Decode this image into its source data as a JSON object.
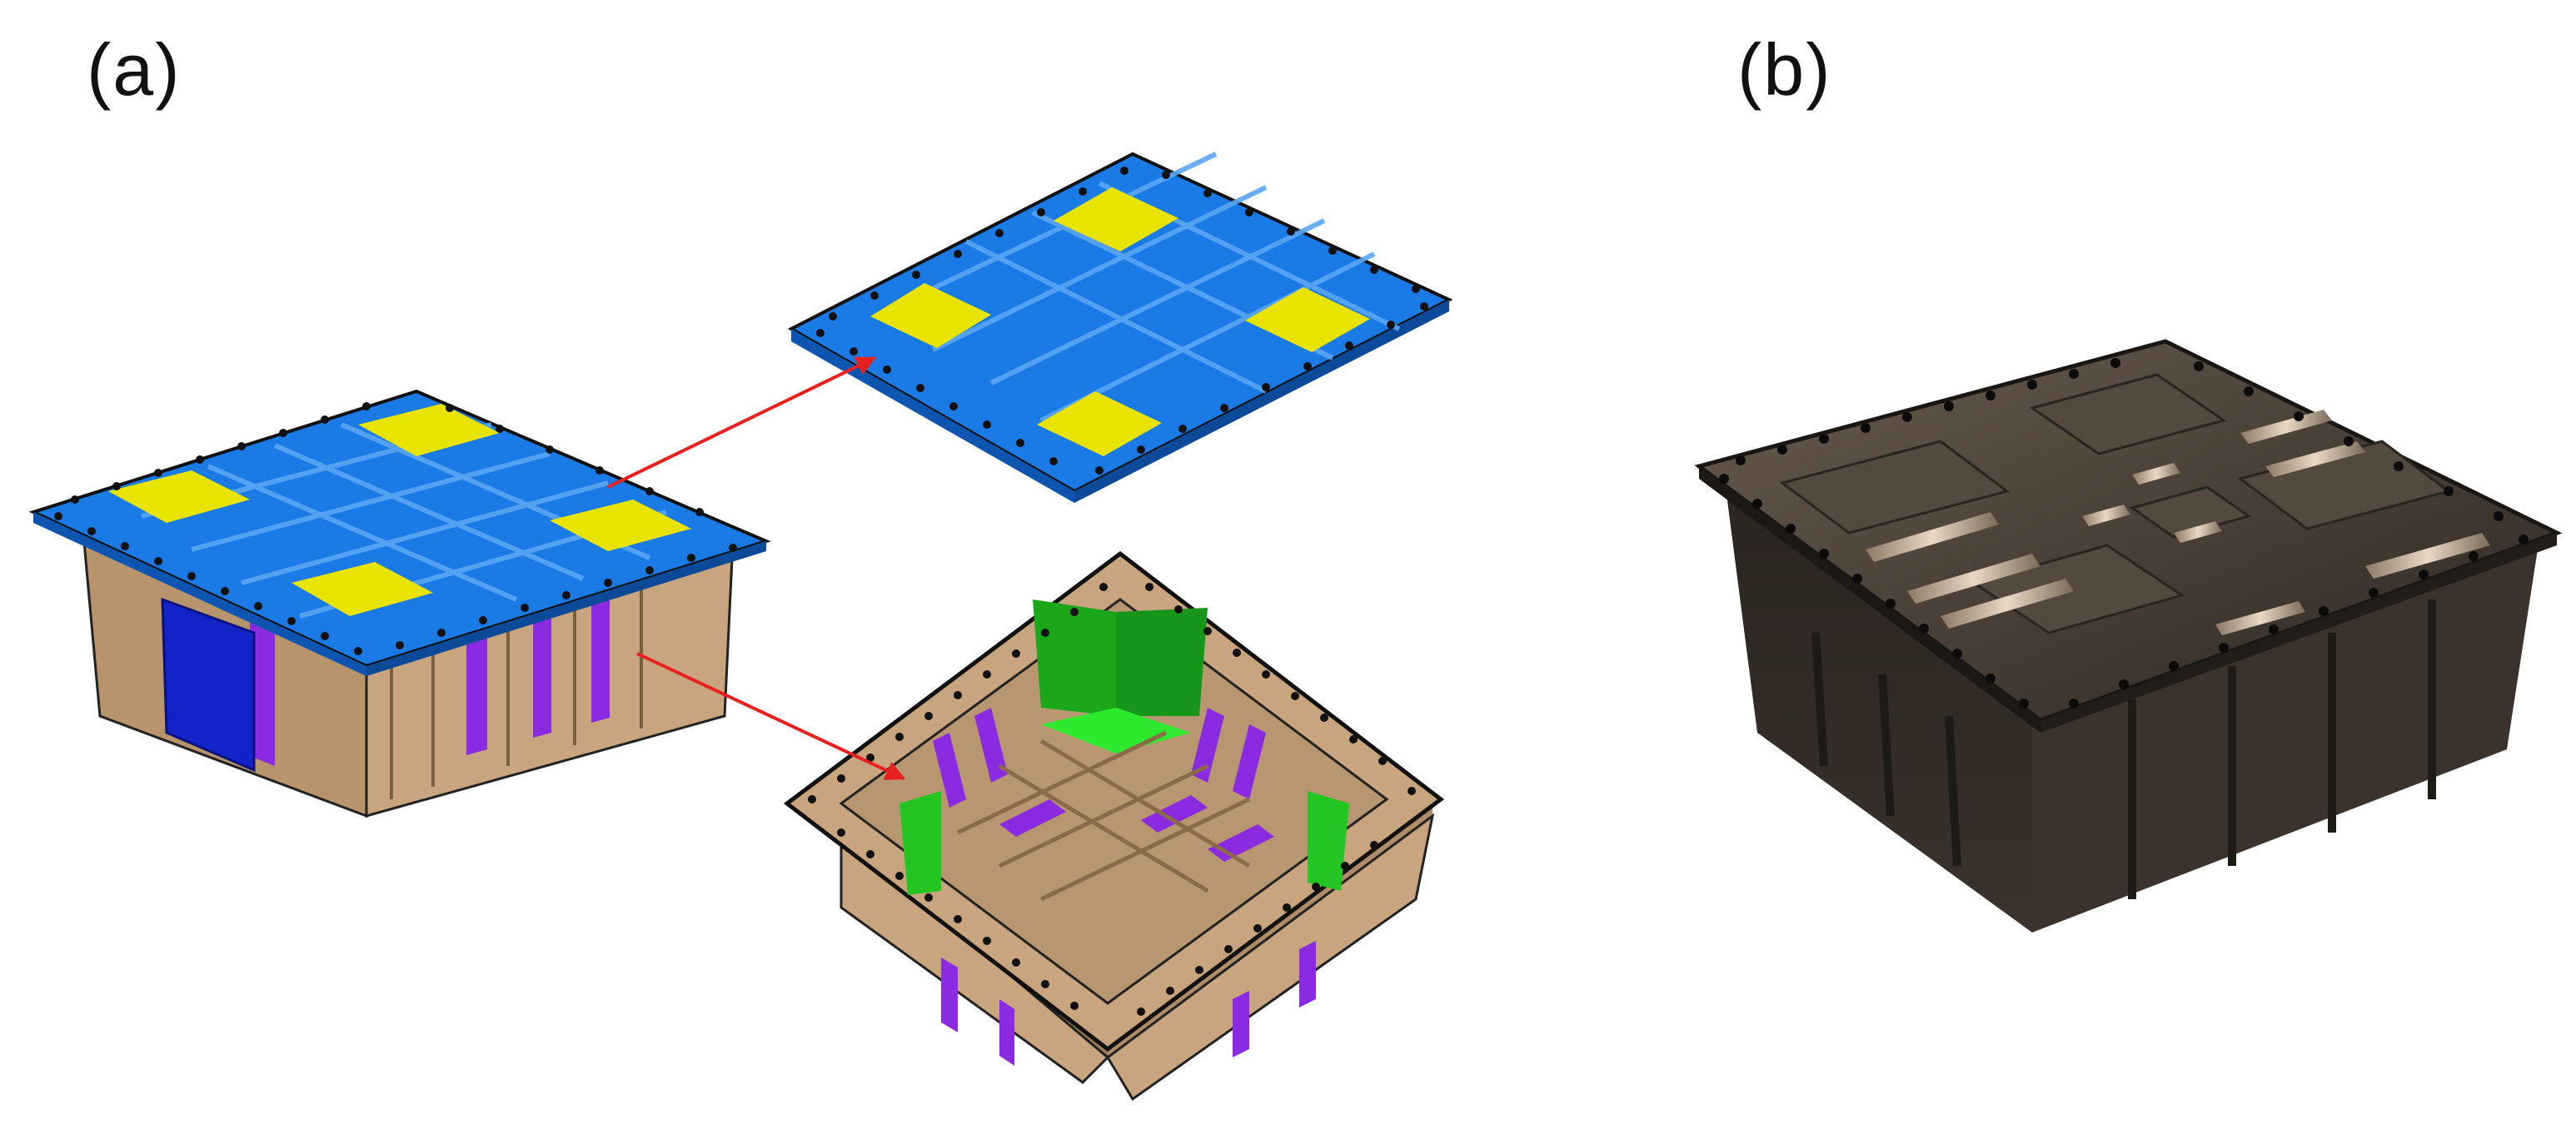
{
  "panels": {
    "a": {
      "label": "(a)"
    },
    "b": {
      "label": "(b)"
    }
  },
  "colors": {
    "lid_blue": "#1a7ae6",
    "pad_yellow": "#e8e400",
    "box_tan": "#c8a57e",
    "rib_purple": "#8a2be2",
    "mount_blue": "#1224c8",
    "inner_green": "#22c522",
    "arrow_red": "#e8201e",
    "photo_bronze": "#4a4037"
  },
  "icons": {
    "arrow": "red-arrow",
    "bolt_hole": "bolt-hole-dot"
  }
}
